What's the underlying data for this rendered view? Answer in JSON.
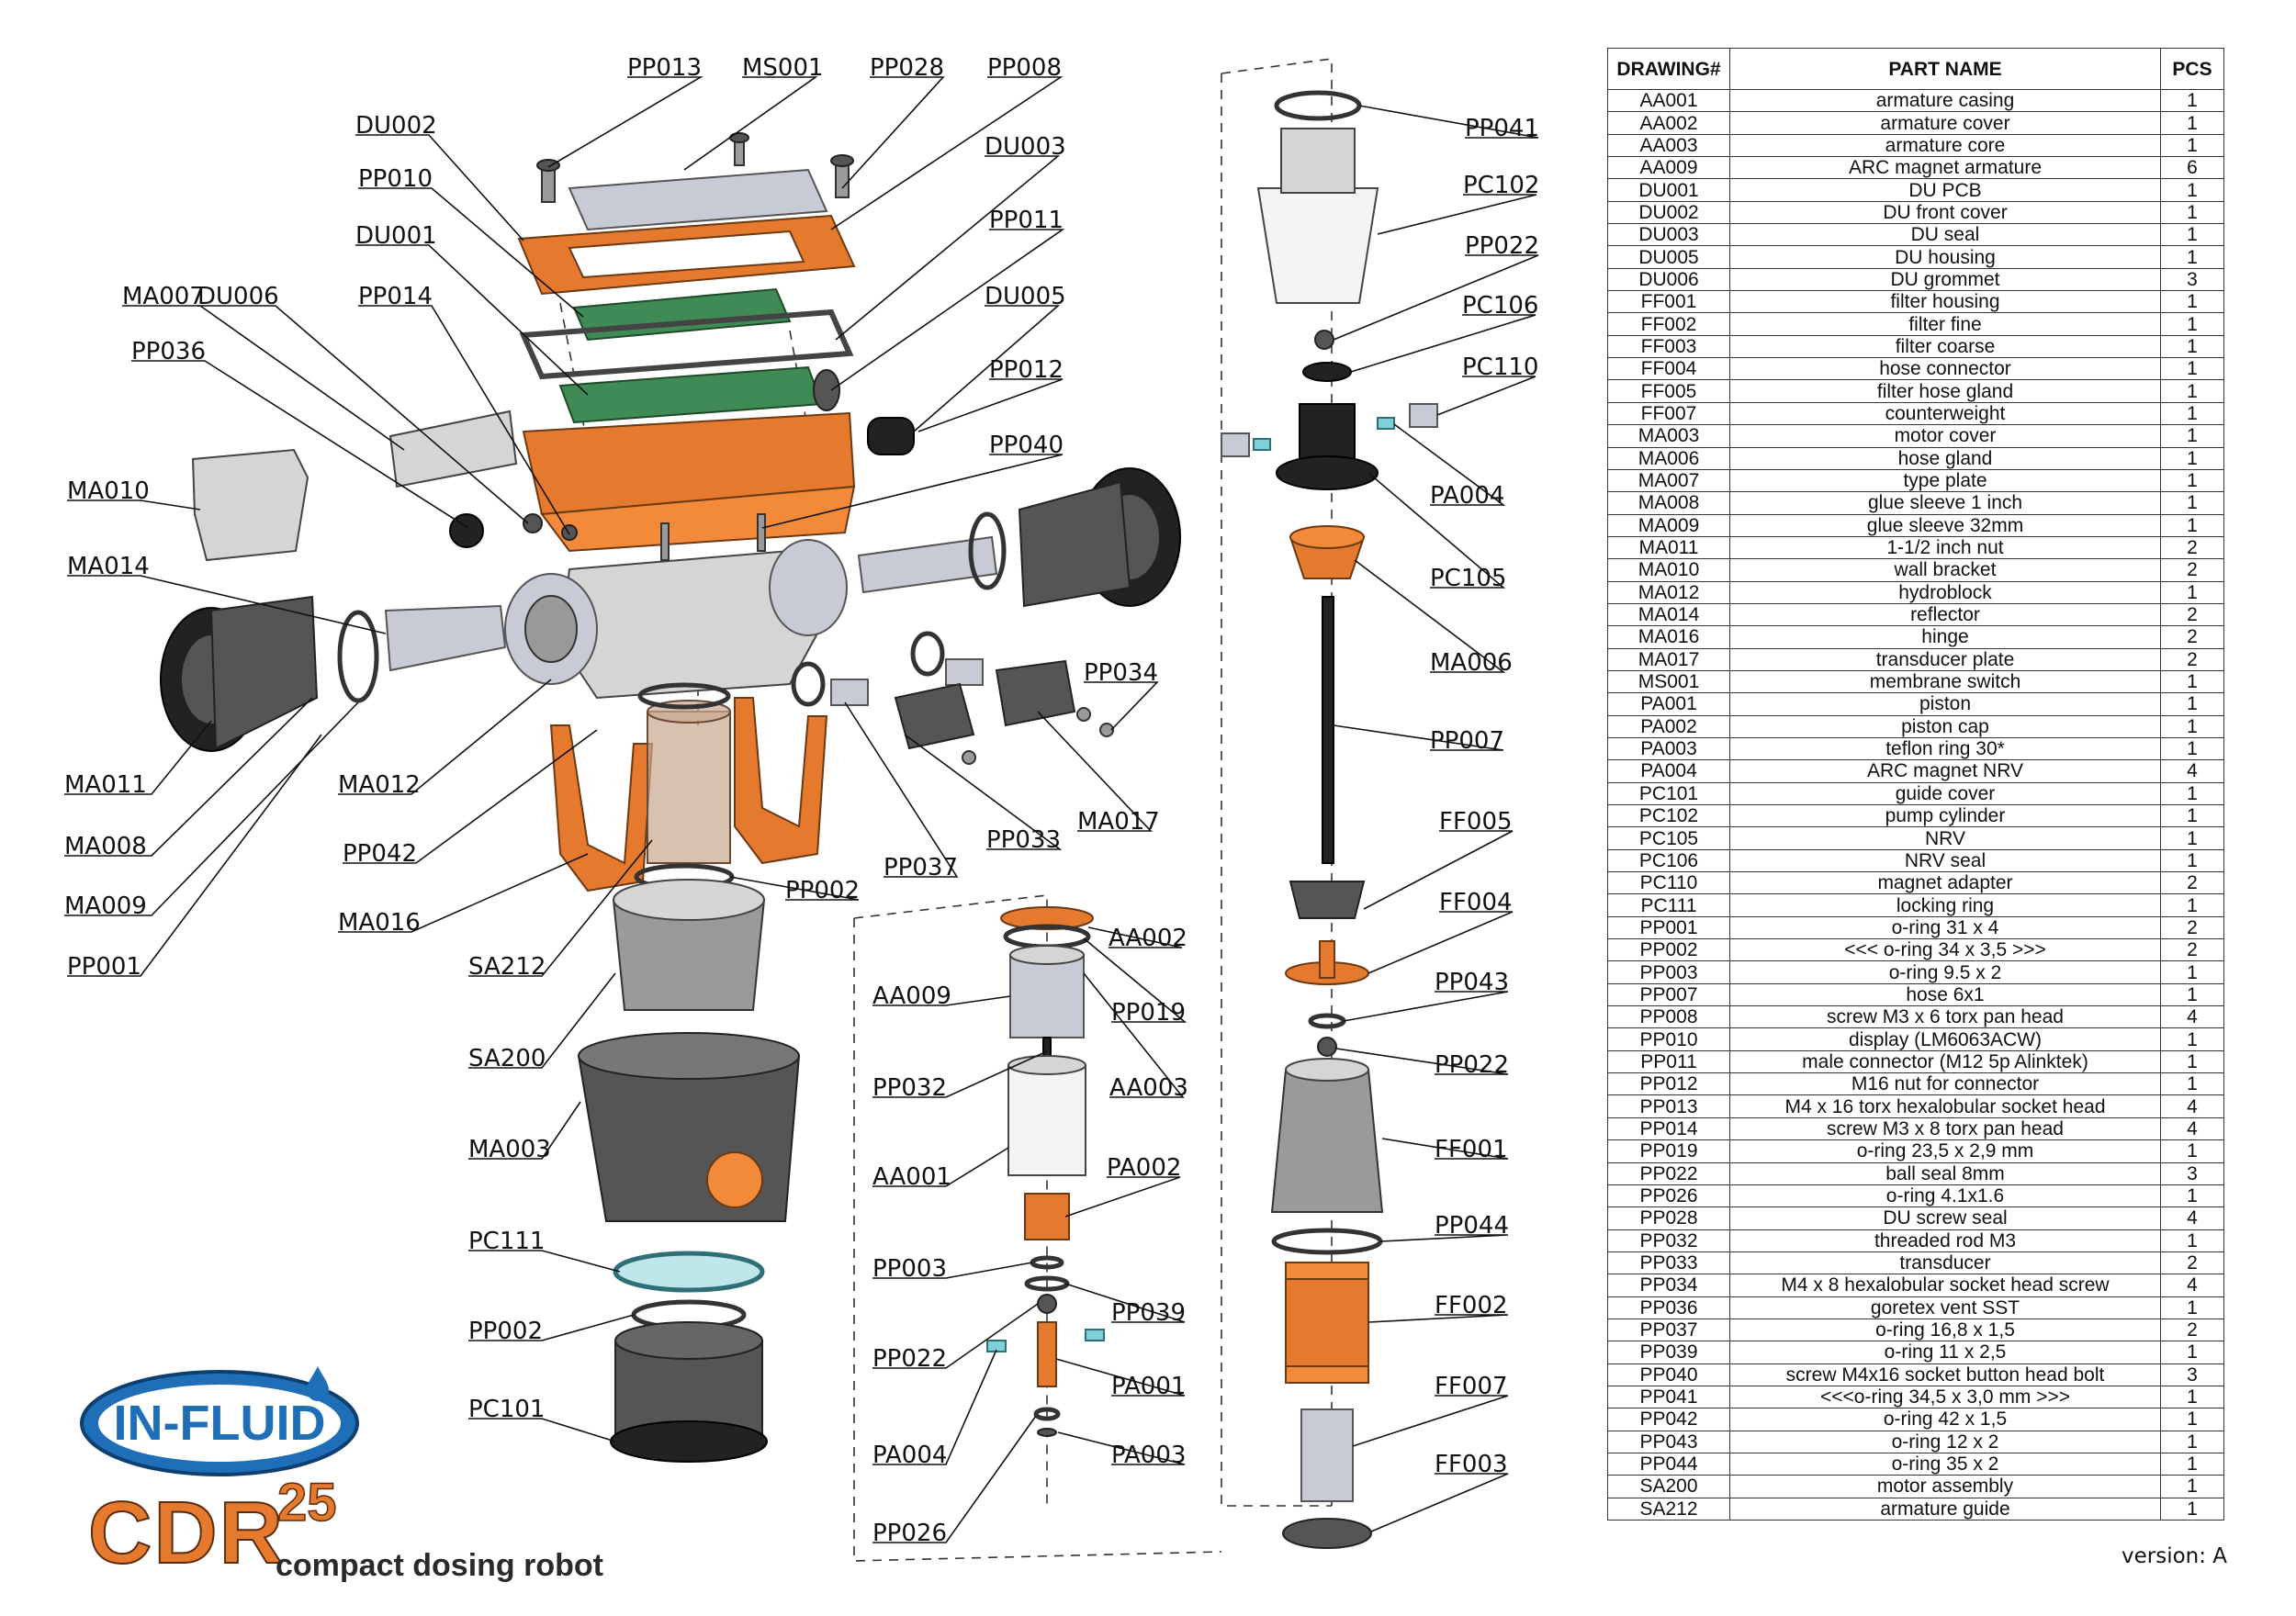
{
  "brand": {
    "logo_text": "IN-FLUID",
    "product_model": "CDR",
    "product_model_sup": "25",
    "product_subtitle": "compact dosing robot"
  },
  "colors": {
    "accent_orange": "#e57a2e",
    "logo_blue": "#1e6fb8",
    "line": "#111111"
  },
  "callouts": [
    "PP013",
    "MS001",
    "PP028",
    "PP008",
    "DU002",
    "PP010",
    "DU003",
    "DU001",
    "PP011",
    "MA007",
    "DU006",
    "PP014",
    "DU005",
    "PP036",
    "PP012",
    "MA010",
    "PP040",
    "MA014",
    "PP034",
    "MA011",
    "MA012",
    "MA008",
    "PP042",
    "PP033",
    "MA017",
    "PP037",
    "MA009",
    "PP002",
    "MA016",
    "PP001",
    "SA212",
    "SA200",
    "MA003",
    "PC111",
    "PP002",
    "PC101",
    "AA002",
    "AA009",
    "PP019",
    "PP032",
    "AA003",
    "AA001",
    "PA002",
    "PP003",
    "PP039",
    "PP022",
    "PA001",
    "PA004",
    "PA003",
    "PP026",
    "PP041",
    "PC102",
    "PP022",
    "PC106",
    "PC110",
    "PA004",
    "PC105",
    "MA006",
    "PP007",
    "FF005",
    "FF004",
    "PP043",
    "PP022",
    "FF001",
    "PP044",
    "FF002",
    "FF007",
    "FF003"
  ],
  "table": {
    "headers": [
      "DRAWING#",
      "PART NAME",
      "PCS"
    ],
    "rows": [
      [
        "AA001",
        "armature casing",
        "1"
      ],
      [
        "AA002",
        "armature cover",
        "1"
      ],
      [
        "AA003",
        "armature core",
        "1"
      ],
      [
        "AA009",
        "ARC magnet armature",
        "6"
      ],
      [
        "DU001",
        "DU PCB",
        "1"
      ],
      [
        "DU002",
        "DU front cover",
        "1"
      ],
      [
        "DU003",
        "DU seal",
        "1"
      ],
      [
        "DU005",
        "DU housing",
        "1"
      ],
      [
        "DU006",
        "DU grommet",
        "3"
      ],
      [
        "FF001",
        "filter housing",
        "1"
      ],
      [
        "FF002",
        "filter fine",
        "1"
      ],
      [
        "FF003",
        "filter coarse",
        "1"
      ],
      [
        "FF004",
        "hose connector",
        "1"
      ],
      [
        "FF005",
        "filter hose gland",
        "1"
      ],
      [
        "FF007",
        "counterweight",
        "1"
      ],
      [
        "MA003",
        "motor cover",
        "1"
      ],
      [
        "MA006",
        "hose gland",
        "1"
      ],
      [
        "MA007",
        "type plate",
        "1"
      ],
      [
        "MA008",
        "glue sleeve 1 inch",
        "1"
      ],
      [
        "MA009",
        "glue sleeve 32mm",
        "1"
      ],
      [
        "MA011",
        "1-1/2 inch nut",
        "2"
      ],
      [
        "MA010",
        "wall bracket",
        "2"
      ],
      [
        "MA012",
        "hydroblock",
        "1"
      ],
      [
        "MA014",
        "reflector",
        "2"
      ],
      [
        "MA016",
        "hinge",
        "2"
      ],
      [
        "MA017",
        "transducer plate",
        "2"
      ],
      [
        "MS001",
        "membrane switch",
        "1"
      ],
      [
        "PA001",
        "piston",
        "1"
      ],
      [
        "PA002",
        "piston cap",
        "1"
      ],
      [
        "PA003",
        "teflon ring 30*",
        "1"
      ],
      [
        "PA004",
        "ARC magnet NRV",
        "4"
      ],
      [
        "PC101",
        "guide cover",
        "1"
      ],
      [
        "PC102",
        "pump cylinder",
        "1"
      ],
      [
        "PC105",
        "NRV",
        "1"
      ],
      [
        "PC106",
        "NRV seal",
        "1"
      ],
      [
        "PC110",
        "magnet adapter",
        "2"
      ],
      [
        "PC111",
        "locking ring",
        "1"
      ],
      [
        "PP001",
        "o-ring 31 x 4",
        "2"
      ],
      [
        "PP002",
        "<<< o-ring 34 x 3,5 >>>",
        "2"
      ],
      [
        "PP003",
        "o-ring 9.5 x 2",
        "1"
      ],
      [
        "PP007",
        "hose 6x1",
        "1"
      ],
      [
        "PP008",
        "screw M3 x 6 torx pan head",
        "4"
      ],
      [
        "PP010",
        "display (LM6063ACW)",
        "1"
      ],
      [
        "PP011",
        "male connector (M12 5p Alinktek)",
        "1"
      ],
      [
        "PP012",
        "M16 nut for connector",
        "1"
      ],
      [
        "PP013",
        "M4 x 16 torx hexalobular socket head",
        "4"
      ],
      [
        "PP014",
        "screw M3 x 8 torx pan head",
        "4"
      ],
      [
        "PP019",
        "o-ring 23,5 x 2,9 mm",
        "1"
      ],
      [
        "PP022",
        "ball seal 8mm",
        "3"
      ],
      [
        "PP026",
        "o-ring 4.1x1.6",
        "1"
      ],
      [
        "PP028",
        "DU screw seal",
        "4"
      ],
      [
        "PP032",
        "threaded rod M3",
        "1"
      ],
      [
        "PP033",
        "transducer",
        "2"
      ],
      [
        "PP034",
        "M4 x 8 hexalobular socket head screw",
        "4"
      ],
      [
        "PP036",
        "goretex vent SST",
        "1"
      ],
      [
        "PP037",
        "o-ring 16,8 x 1,5",
        "2"
      ],
      [
        "PP039",
        "o-ring 11 x 2,5",
        "1"
      ],
      [
        "PP040",
        "screw M4x16 socket button head bolt",
        "3"
      ],
      [
        "PP041",
        "<<<o-ring 34,5 x 3,0 mm >>>",
        "1"
      ],
      [
        "PP042",
        "o-ring 42 x 1,5",
        "1"
      ],
      [
        "PP043",
        "o-ring 12 x 2",
        "1"
      ],
      [
        "PP044",
        "o-ring 35 x 2",
        "1"
      ],
      [
        "SA200",
        "motor assembly",
        "1"
      ],
      [
        "SA212",
        "armature guide",
        "1"
      ]
    ]
  },
  "version": "version: A"
}
